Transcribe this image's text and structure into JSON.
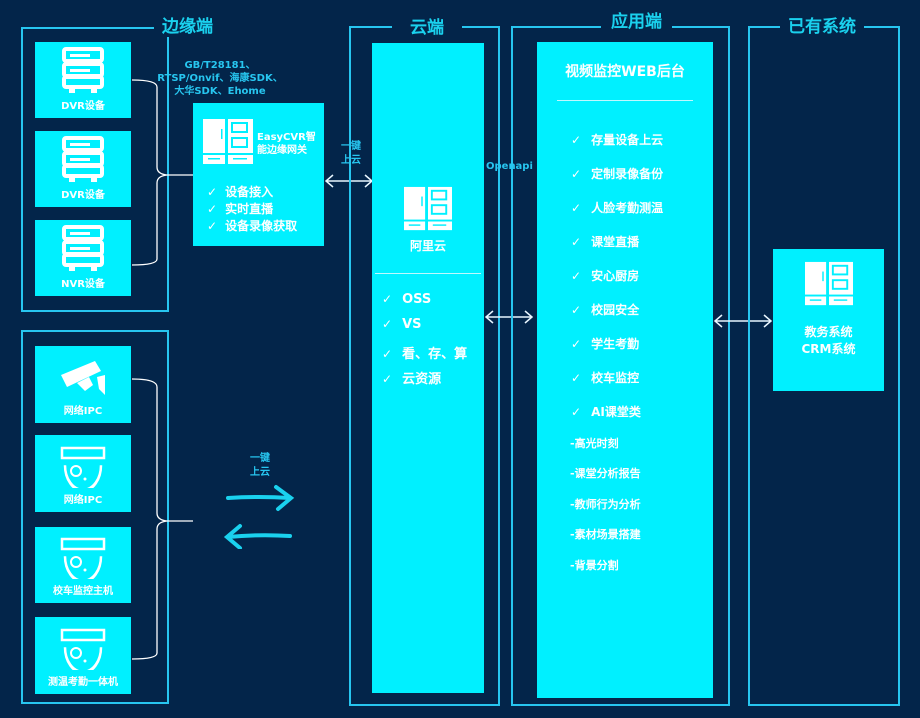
{
  "sections": {
    "edge": "边缘端",
    "cloud": "云端",
    "app": "应用端",
    "existing": "已有系统"
  },
  "edge": {
    "recorders": [
      {
        "label": "DVR设备",
        "icon": "server-icon"
      },
      {
        "label": "DVR设备",
        "icon": "server-icon"
      },
      {
        "label": "NVR设备",
        "icon": "server-icon"
      }
    ],
    "protocols": [
      "GB/T28181、",
      "RTSP/Onvif、海康SDK、",
      "大华SDK、Ehome"
    ],
    "gateway": {
      "title_line1": "EasyCVR智",
      "title_line2": "能边缘网关",
      "icon": "cabinet-icon",
      "features": [
        "设备接入",
        "实时直播",
        "设备录像获取"
      ]
    },
    "cameras": [
      {
        "label": "网络IPC",
        "icon": "bullet-camera-icon"
      },
      {
        "label": "网络IPC",
        "icon": "dome-camera-icon"
      },
      {
        "label": "校车监控主机",
        "icon": "dome-camera-icon"
      },
      {
        "label": "测温考勤一体机",
        "icon": "dome-camera-icon"
      }
    ],
    "upload_top": {
      "line1": "一键",
      "line2": "上云"
    },
    "upload_bottom": {
      "line1": "一键",
      "line2": "上云"
    }
  },
  "cloud": {
    "name": "阿里云",
    "icon": "cabinet-icon",
    "features": [
      "OSS",
      "VS",
      "看、存、算",
      "云资源"
    ],
    "openapi_label": "Openapi"
  },
  "app": {
    "title": "视频监控WEB后台",
    "features": [
      "存量设备上云",
      "定制录像备份",
      "人脸考勤测温",
      "课堂直播",
      "安心厨房",
      "校园安全",
      "学生考勤",
      "校车监控",
      "AI课堂类"
    ],
    "ai_sub_items": [
      "-高光时刻",
      "-课堂分析报告",
      "-教师行为分析",
      "-素材场景搭建",
      "-背景分割"
    ]
  },
  "existing": {
    "line1": "教务系统",
    "line2": "CRM系统",
    "icon": "cabinet-icon"
  },
  "check_mark": "✓",
  "colors": {
    "background": "#03254a",
    "frame": "#27c6f0",
    "box": "#00f0ff",
    "title": "#1ad1ee"
  }
}
